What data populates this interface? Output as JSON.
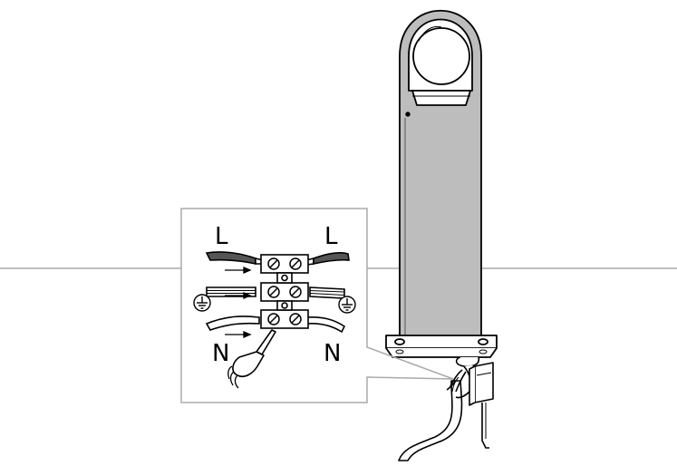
{
  "labels": {
    "live_left": "L",
    "live_right": "L",
    "neutral_left": "N",
    "neutral_right": "N"
  },
  "icons": {
    "earth_left": "earth-ground-icon",
    "earth_right": "earth-ground-icon",
    "screwdriver": "screwdriver-icon",
    "terminal": "terminal-block-icon",
    "lamp": "bollard-lamp-icon"
  },
  "colors": {
    "line": "#000000",
    "guide": "#aaaaaa",
    "inset_border": "#aaaaaa",
    "lamp_fill": "#bdbdbd"
  }
}
